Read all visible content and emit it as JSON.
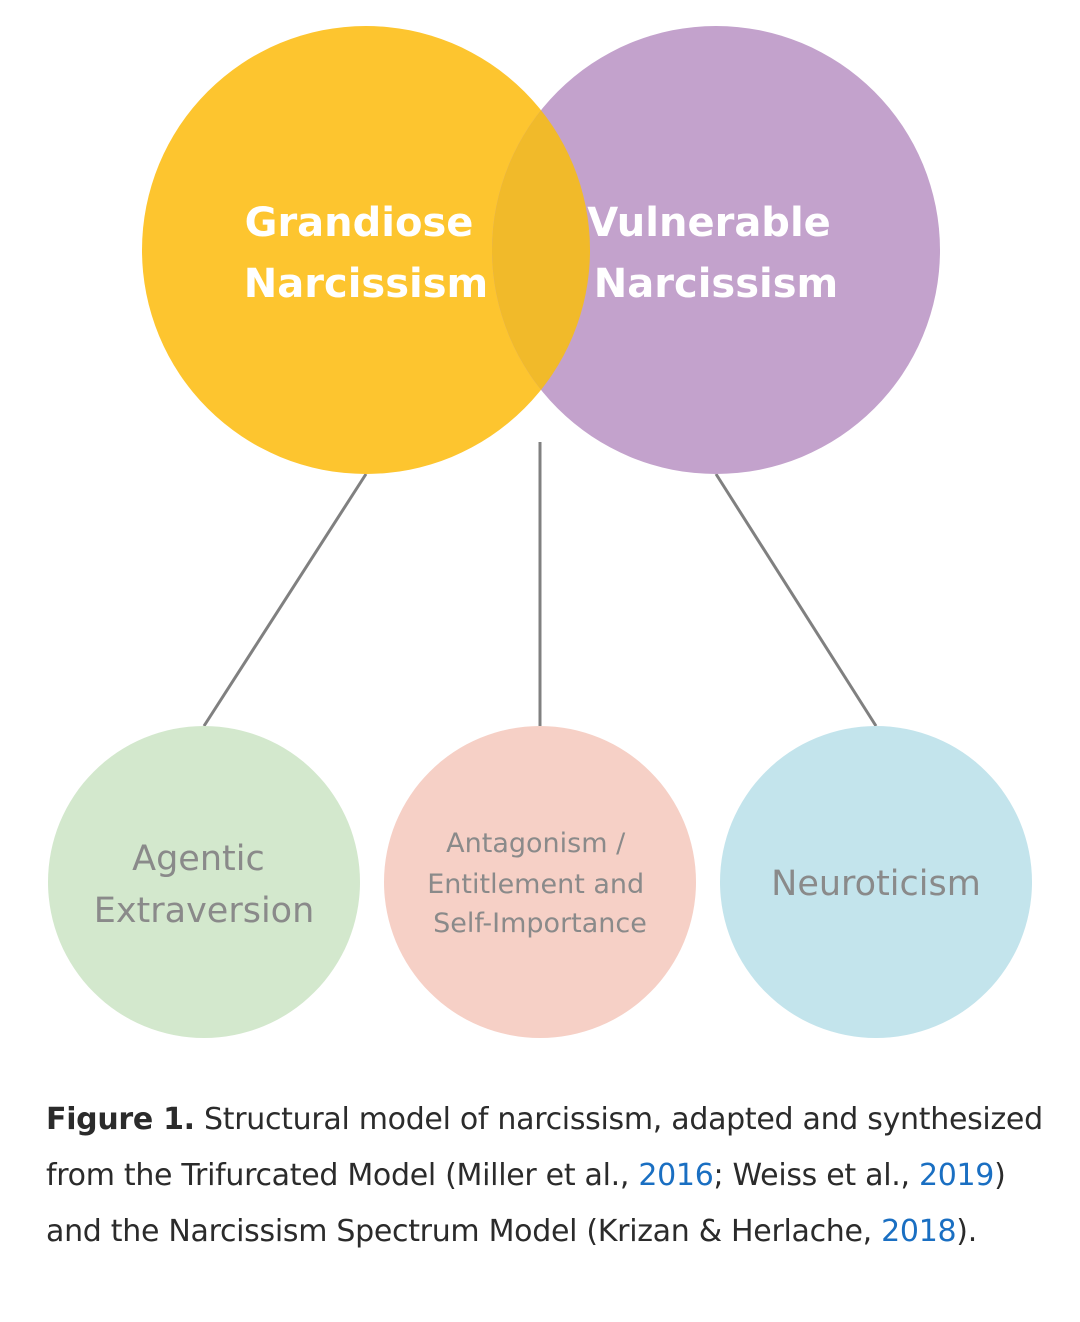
{
  "diagram": {
    "top_circles": [
      {
        "id": "grandiose",
        "lines": [
          "Grandiose",
          "Narcissism"
        ],
        "fill": "#FDC52F"
      },
      {
        "id": "vulnerable",
        "lines": [
          "Vulnerable",
          "Narcissism"
        ],
        "fill": "#C3A2CC"
      }
    ],
    "overlap_fill": "#F1BA2A",
    "bottom_circles": [
      {
        "id": "agentic",
        "lines": [
          "Agentic",
          "Extraversion"
        ],
        "fill": "#D3E8CD"
      },
      {
        "id": "antagonism",
        "lines": [
          "Antagonism /",
          "Entitlement and",
          "Self-Importance"
        ],
        "fill": "#F6D0C6"
      },
      {
        "id": "neuroticism",
        "lines": [
          "Neuroticism"
        ],
        "fill": "#C3E4EC"
      }
    ],
    "connector_color": "#808080",
    "top_text_color": "#ffffff",
    "bottom_text_color": "#8a8a8a"
  },
  "caption": {
    "label": "Figure 1.",
    "text_1": " Structural model of narcissism, adapted and synthesized from the Trifurcated Model (Miller et al., ",
    "ref_1": "2016",
    "text_2": "; Weiss et al., ",
    "ref_2": "2019",
    "text_3": ") and the Narcissism Spectrum Model (Krizan & Herlache, ",
    "ref_3": "2018",
    "text_4": ").",
    "link_color": "#1a6fc2"
  }
}
